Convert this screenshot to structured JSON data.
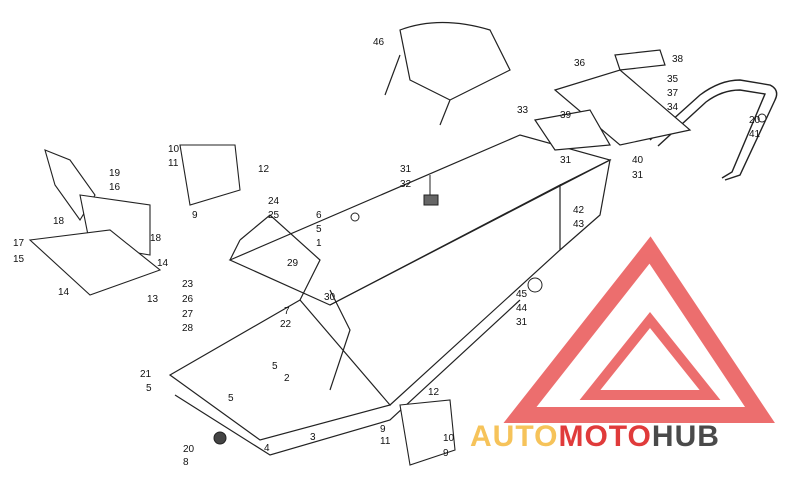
{
  "callouts": [
    "1",
    "2",
    "3",
    "4",
    "5",
    "6",
    "7",
    "8",
    "9",
    "10",
    "11",
    "12",
    "13",
    "14",
    "15",
    "16",
    "17",
    "18",
    "19",
    "20",
    "21",
    "22",
    "23",
    "24",
    "25",
    "26",
    "27",
    "28",
    "29",
    "30",
    "31",
    "32",
    "33",
    "34",
    "35",
    "36",
    "37",
    "38",
    "39",
    "40",
    "41",
    "42",
    "43",
    "44",
    "45",
    "46"
  ],
  "watermark": {
    "part1": "AUTO",
    "part2": "MOTO",
    "part3": "HUB",
    "colors": {
      "auto": "#f6c35a",
      "moto": "#e03b3b",
      "hub": "#4a4a4a",
      "logo": "#e84a4a"
    }
  }
}
